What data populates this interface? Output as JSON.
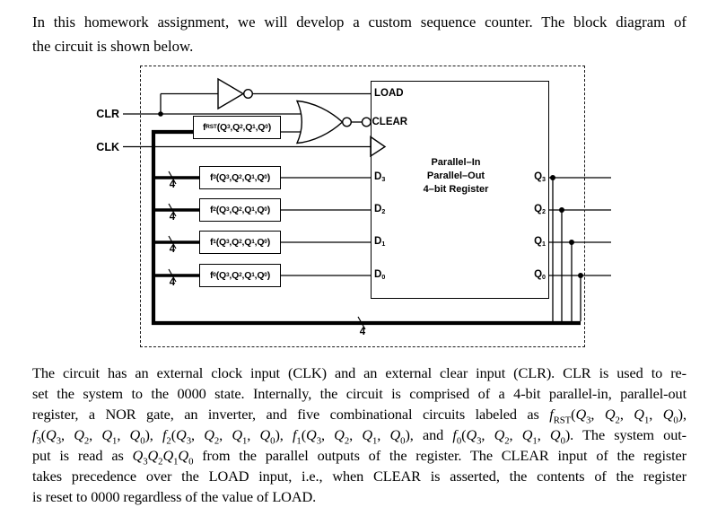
{
  "page_text": {
    "intro_lines": [
      "In this homework assignment, we will develop a custom sequence counter.  The block diagram of",
      "the circuit is shown below."
    ],
    "description_lines": [
      "The circuit has an external clock input (CLK) and an external clear input (CLR). CLR is used to re-",
      "set the system to the 0000 state.  Internally, the circuit is comprised of a 4-bit parallel-in, parallel-out",
      "register, a NOR gate, an inverter, and five combinational circuits labeled as *f*~RST~(*Q*~3~, *Q*~2~, *Q*~1~, *Q*~0~),",
      "*f*~3~(*Q*~3~, *Q*~2~, *Q*~1~, *Q*~0~), *f*~2~(*Q*~3~, *Q*~2~, *Q*~1~, *Q*~0~), *f*~1~(*Q*~3~, *Q*~2~, *Q*~1~, *Q*~0~), and *f*~0~(*Q*~3~, *Q*~2~, *Q*~1~, *Q*~0~).  The system out-",
      "put is read as *Q*~3~*Q*~2~*Q*~1~*Q*~0~ from the parallel outputs of the register.  The CLEAR input of the register",
      "takes precedence over the LOAD input, i.e., when CLEAR is asserted, the contents of the register",
      "is reset to 0000 regardless of the value of LOAD."
    ]
  },
  "diagram": {
    "external_inputs": {
      "clr_label": "CLR",
      "clk_label": "CLK"
    },
    "function_blocks": {
      "frst_label": "f~RST~(Q~3~,Q~2~,Q~1~,Q~0~)",
      "f3_label": "f~3~(Q~3~,Q~2~,Q~1~,Q~0~)",
      "f2_label": "f~2~(Q~3~,Q~2~,Q~1~,Q~0~)",
      "f1_label": "f~1~(Q~3~,Q~2~,Q~1~,Q~0~)",
      "f0_label": "f~0~(Q~3~,Q~2~,Q~1~,Q~0~)"
    },
    "register": {
      "load_port": "LOAD",
      "clear_port": "CLEAR",
      "title_line1": "Parallel–In",
      "title_line2": "Parallel–Out",
      "title_line3": "4–bit Register",
      "d3": "D~3~",
      "d2": "D~2~",
      "d1": "D~1~",
      "d0": "D~0~",
      "q3": "Q~3~",
      "q2": "Q~2~",
      "q1": "Q~1~",
      "q0": "Q~0~"
    },
    "bus_width_label": "4",
    "wire_color": "#000000"
  }
}
